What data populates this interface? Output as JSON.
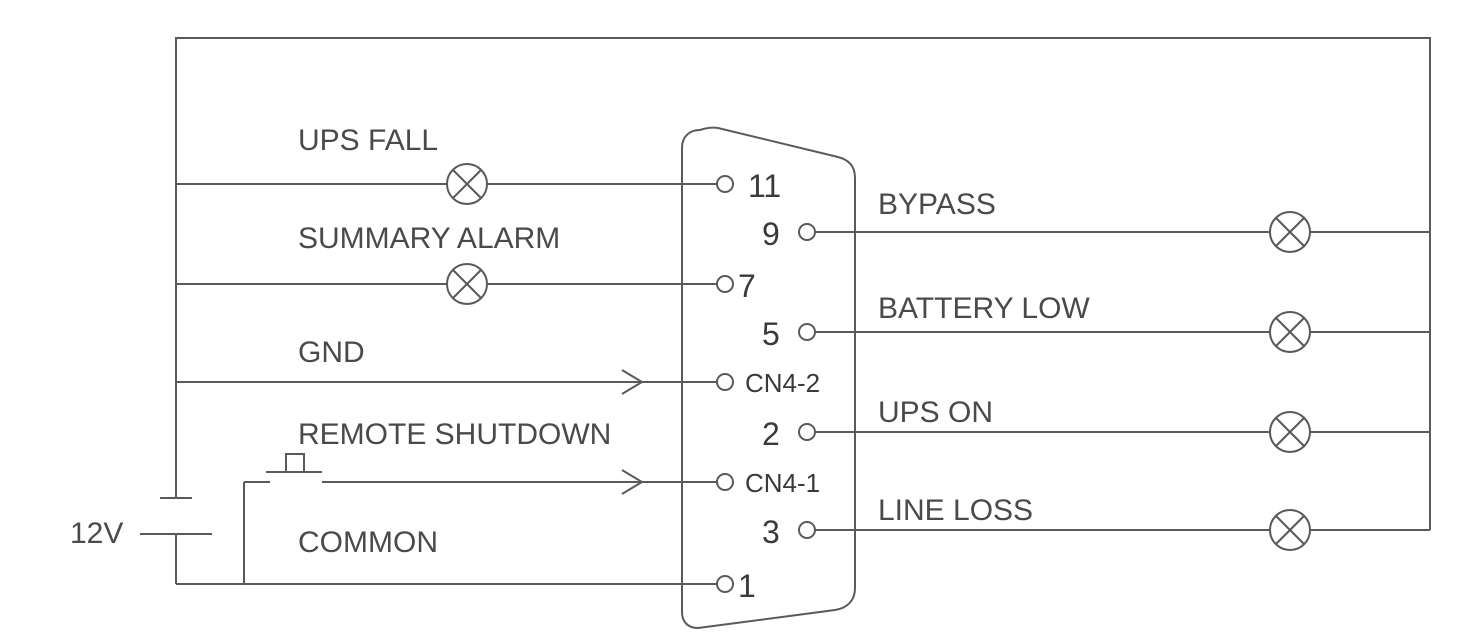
{
  "left_signals": {
    "ups_fall": "UPS FALL",
    "summary_alarm": "SUMMARY ALARM",
    "gnd": "GND",
    "remote_shutdown": "REMOTE SHUTDOWN",
    "common": "COMMON"
  },
  "right_signals": {
    "bypass": "BYPASS",
    "battery_low": "BATTERY LOW",
    "ups_on": "UPS ON",
    "line_loss": "LINE LOSS"
  },
  "pins": {
    "p11": "11",
    "p9": "9",
    "p7": "7",
    "p5": "5",
    "cn4_2": "CN4-2",
    "p2": "2",
    "cn4_1": "CN4-1",
    "p3": "3",
    "p1": "1"
  },
  "supply": {
    "voltage": "12V"
  }
}
